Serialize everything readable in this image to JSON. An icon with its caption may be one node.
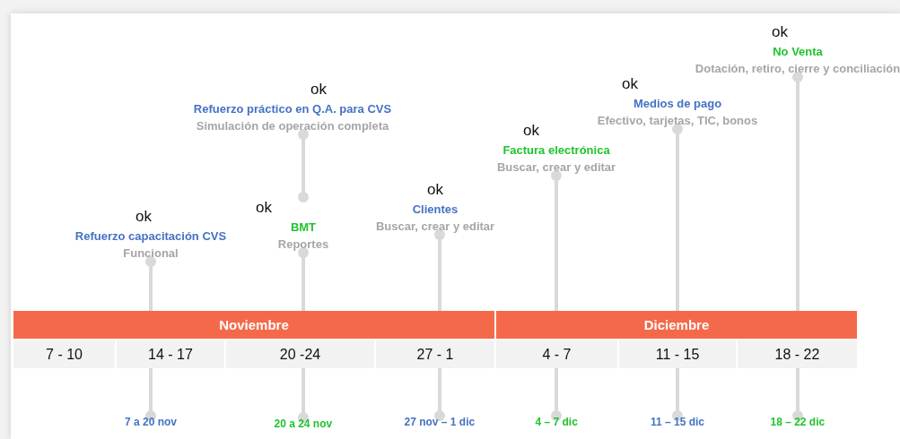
{
  "diagram": {
    "nodes": [
      {
        "text": [
          "ok",
          "Refuerzo capacitación CVS",
          "Funcional"
        ]
      },
      {
        "text": [
          "ok",
          "Refuerzo práctico en Q.A. para CVS",
          "Simulación de operación completa"
        ]
      },
      {
        "text": [
          "ok",
          "BMT",
          "Reportes"
        ]
      },
      {
        "text": [
          "ok",
          "Clientes",
          "Buscar, crear y editar"
        ]
      },
      {
        "text": [
          "ok",
          "Factura electrónica",
          "Buscar, crear y editar"
        ]
      },
      {
        "text": [
          "ok",
          "Medios de pago",
          "Efectivo, tarjetas, TIC, bonos"
        ]
      },
      {
        "text": [
          "ok",
          "No Venta",
          "Dotación, retiro, cierre y conciliación"
        ]
      },
      {
        "text": [
          "Noviembre"
        ]
      },
      {
        "text": [
          "Diciembre"
        ]
      },
      {
        "text": [
          "7 - 10"
        ]
      },
      {
        "text": [
          "14 - 17"
        ]
      },
      {
        "text": [
          "20 -24"
        ]
      },
      {
        "text": [
          "27 - 1"
        ]
      },
      {
        "text": [
          "4 - 7"
        ]
      },
      {
        "text": [
          "11 - 15"
        ]
      },
      {
        "text": [
          "18 - 22"
        ]
      },
      {
        "text": [
          "7 a 20 nov"
        ]
      },
      {
        "text": [
          "20 a 24 nov"
        ]
      },
      {
        "text": [
          "27 nov – 1 dic"
        ]
      },
      {
        "text": [
          "4 – 7 dic"
        ]
      },
      {
        "text": [
          "11 – 15 dic"
        ]
      },
      {
        "text": [
          "18 – 22 dic"
        ]
      }
    ],
    "edges": [
      {
        "from": 7,
        "to": 0,
        "arrow": "other"
      },
      {
        "from": 2,
        "to": 1,
        "arrow": "other"
      },
      {
        "from": 7,
        "to": 2,
        "arrow": "other"
      },
      {
        "from": 7,
        "to": 3,
        "arrow": "other"
      },
      {
        "from": 8,
        "to": 4,
        "arrow": "other"
      },
      {
        "from": 8,
        "to": 5,
        "arrow": "other"
      },
      {
        "from": 8,
        "to": 6,
        "arrow": "other"
      },
      {
        "from": 10,
        "to": 16,
        "arrow": "other"
      },
      {
        "from": 11,
        "to": 17,
        "arrow": "other"
      },
      {
        "from": 12,
        "to": 18,
        "arrow": "other"
      },
      {
        "from": 13,
        "to": 19,
        "arrow": "other"
      },
      {
        "from": 14,
        "to": 20,
        "arrow": "other"
      },
      {
        "from": 15,
        "to": 21,
        "arrow": "other"
      }
    ]
  }
}
